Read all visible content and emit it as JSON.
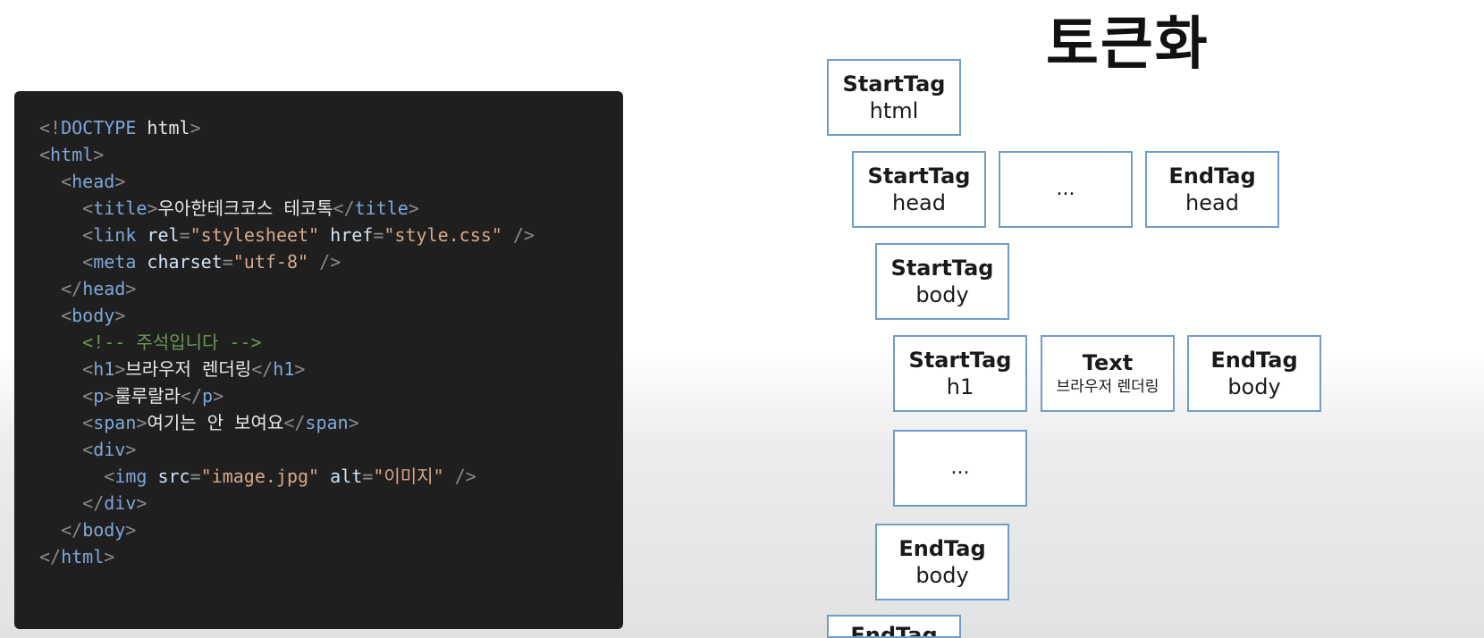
{
  "title": "토큰화",
  "code_lines": [
    [
      [
        "t-punct",
        "<!"
      ],
      [
        "t-tag",
        "DOCTYPE"
      ],
      [
        "t-text",
        " html"
      ],
      [
        "t-punct",
        ">"
      ]
    ],
    [
      [
        "t-punct",
        "<"
      ],
      [
        "t-tag",
        "html"
      ],
      [
        "t-punct",
        ">"
      ]
    ],
    [
      [
        "t-text",
        "  "
      ],
      [
        "t-punct",
        "<"
      ],
      [
        "t-tag",
        "head"
      ],
      [
        "t-punct",
        ">"
      ]
    ],
    [
      [
        "t-text",
        "    "
      ],
      [
        "t-punct",
        "<"
      ],
      [
        "t-tag",
        "title"
      ],
      [
        "t-punct",
        ">"
      ],
      [
        "t-text",
        "우아한테크코스 테코톡"
      ],
      [
        "t-punct",
        "</"
      ],
      [
        "t-tag",
        "title"
      ],
      [
        "t-punct",
        ">"
      ]
    ],
    [
      [
        "t-text",
        "    "
      ],
      [
        "t-punct",
        "<"
      ],
      [
        "t-tag",
        "link"
      ],
      [
        "t-attr",
        " rel"
      ],
      [
        "t-punct",
        "="
      ],
      [
        "t-str",
        "\"stylesheet\""
      ],
      [
        "t-attr",
        " href"
      ],
      [
        "t-punct",
        "="
      ],
      [
        "t-str",
        "\"style.css\""
      ],
      [
        "t-punct",
        " />"
      ]
    ],
    [
      [
        "t-text",
        "    "
      ],
      [
        "t-punct",
        "<"
      ],
      [
        "t-tag",
        "meta"
      ],
      [
        "t-attr",
        " charset"
      ],
      [
        "t-punct",
        "="
      ],
      [
        "t-str",
        "\"utf-8\""
      ],
      [
        "t-punct",
        " />"
      ]
    ],
    [
      [
        "t-text",
        "  "
      ],
      [
        "t-punct",
        "</"
      ],
      [
        "t-tag",
        "head"
      ],
      [
        "t-punct",
        ">"
      ]
    ],
    [
      [
        "t-text",
        "  "
      ],
      [
        "t-punct",
        "<"
      ],
      [
        "t-tag",
        "body"
      ],
      [
        "t-punct",
        ">"
      ]
    ],
    [
      [
        "t-text",
        "    "
      ],
      [
        "t-comment",
        "<!-- 주석입니다 -->"
      ]
    ],
    [
      [
        "t-text",
        "    "
      ],
      [
        "t-punct",
        "<"
      ],
      [
        "t-tag",
        "h1"
      ],
      [
        "t-punct",
        ">"
      ],
      [
        "t-text",
        "브라우저 렌더링"
      ],
      [
        "t-punct",
        "</"
      ],
      [
        "t-tag",
        "h1"
      ],
      [
        "t-punct",
        ">"
      ]
    ],
    [
      [
        "t-text",
        "    "
      ],
      [
        "t-punct",
        "<"
      ],
      [
        "t-tag",
        "p"
      ],
      [
        "t-punct",
        ">"
      ],
      [
        "t-text",
        "룰루랄라"
      ],
      [
        "t-punct",
        "</"
      ],
      [
        "t-tag",
        "p"
      ],
      [
        "t-punct",
        ">"
      ]
    ],
    [
      [
        "t-text",
        "    "
      ],
      [
        "t-punct",
        "<"
      ],
      [
        "t-tag",
        "span"
      ],
      [
        "t-punct",
        ">"
      ],
      [
        "t-text",
        "여기는 안 보여요"
      ],
      [
        "t-punct",
        "</"
      ],
      [
        "t-tag",
        "span"
      ],
      [
        "t-punct",
        ">"
      ]
    ],
    [
      [
        "t-text",
        "    "
      ],
      [
        "t-punct",
        "<"
      ],
      [
        "t-tag",
        "div"
      ],
      [
        "t-punct",
        ">"
      ]
    ],
    [
      [
        "t-text",
        "      "
      ],
      [
        "t-punct",
        "<"
      ],
      [
        "t-tag",
        "img"
      ],
      [
        "t-attr",
        " src"
      ],
      [
        "t-punct",
        "="
      ],
      [
        "t-str",
        "\"image.jpg\""
      ],
      [
        "t-attr",
        " alt"
      ],
      [
        "t-punct",
        "="
      ],
      [
        "t-str",
        "\"이미지\""
      ],
      [
        "t-punct",
        " />"
      ]
    ],
    [
      [
        "t-text",
        "    "
      ],
      [
        "t-punct",
        "</"
      ],
      [
        "t-tag",
        "div"
      ],
      [
        "t-punct",
        ">"
      ]
    ],
    [
      [
        "t-text",
        "  "
      ],
      [
        "t-punct",
        "</"
      ],
      [
        "t-tag",
        "body"
      ],
      [
        "t-punct",
        ">"
      ]
    ],
    [
      [
        "t-punct",
        "</"
      ],
      [
        "t-tag",
        "html"
      ],
      [
        "t-punct",
        ">"
      ]
    ]
  ],
  "tokens": {
    "t1": {
      "kind": "StartTag",
      "value": "html"
    },
    "t2": {
      "kind": "StartTag",
      "value": "head"
    },
    "t3": {
      "kind": "..."
    },
    "t4": {
      "kind": "EndTag",
      "value": "head"
    },
    "t5": {
      "kind": "StartTag",
      "value": "body"
    },
    "t6": {
      "kind": "StartTag",
      "value": "h1"
    },
    "t7": {
      "kind": "Text",
      "value": "브라우저 렌더링"
    },
    "t8": {
      "kind": "EndTag",
      "value": "body"
    },
    "t9": {
      "kind": "..."
    },
    "t10": {
      "kind": "EndTag",
      "value": "body"
    },
    "t11": {
      "kind": "EndTag"
    }
  }
}
